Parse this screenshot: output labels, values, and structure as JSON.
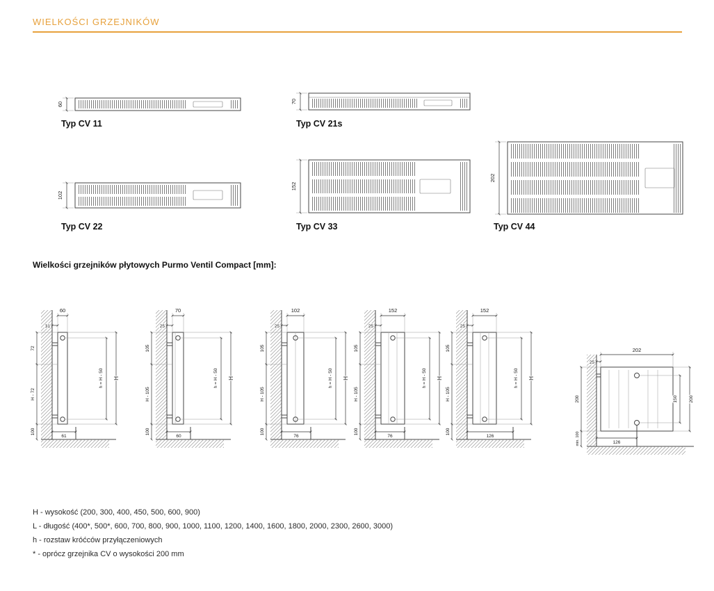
{
  "page": {
    "title": "WIELKOŚCI GRZEJNIKÓW",
    "accent_color": "#E7A13C"
  },
  "radiator_types": [
    {
      "label": "Typ CV 11",
      "depth": "60"
    },
    {
      "label": "Typ CV 21s",
      "depth": "70"
    },
    {
      "label": "Typ CV 22",
      "depth": "102"
    },
    {
      "label": "Typ CV 33",
      "depth": "152"
    },
    {
      "label": "Typ CV 44",
      "depth": "202"
    }
  ],
  "sizes_section": {
    "heading": "Wielkości grzejników płytowych Purmo Ventil Compact [mm]:",
    "diagrams": [
      {
        "depth": "60",
        "wall_gap": "31",
        "top_segment": "72",
        "mid_segment": "H - 72",
        "floor_gap": "100",
        "pipe_spacing": "h = H - 50",
        "height": "H",
        "connection_offset": "61"
      },
      {
        "depth": "70",
        "wall_gap": "25",
        "top_segment": "105",
        "mid_segment": "H - 105",
        "floor_gap": "100",
        "pipe_spacing": "h = H - 50",
        "height": "H",
        "connection_offset": "60"
      },
      {
        "depth": "102",
        "wall_gap": "25",
        "top_segment": "105",
        "mid_segment": "H - 105",
        "floor_gap": "100",
        "pipe_spacing": "h = H - 50",
        "height": "H",
        "connection_offset": "76"
      },
      {
        "depth": "152",
        "wall_gap": "25",
        "top_segment": "105",
        "mid_segment": "H - 105",
        "floor_gap": "100",
        "pipe_spacing": "h = H - 50",
        "height": "H",
        "connection_offset": "76"
      },
      {
        "depth": "152",
        "wall_gap": "25",
        "top_segment": "105",
        "mid_segment": "H - 105",
        "floor_gap": "100",
        "pipe_spacing": "h = H - 50",
        "height": "H",
        "connection_offset": "126"
      }
    ],
    "detail": {
      "depth": "202",
      "wall_gap": "25",
      "height_left": "200",
      "pipe_spacing": "150",
      "height_right": "200",
      "floor_clearance": "min. 100",
      "connection_offset": "126"
    }
  },
  "legend": {
    "lines": [
      "H - wysokość (200, 300, 400, 450, 500, 600, 900)",
      "L - długość (400*, 500*, 600, 700, 800, 900, 1000, 1100, 1200, 1400, 1600, 1800, 2000, 2300, 2600, 3000)",
      "h - rozstaw króćców przyłączeniowych",
      "* - oprócz grzejnika CV o wysokości 200 mm"
    ]
  }
}
